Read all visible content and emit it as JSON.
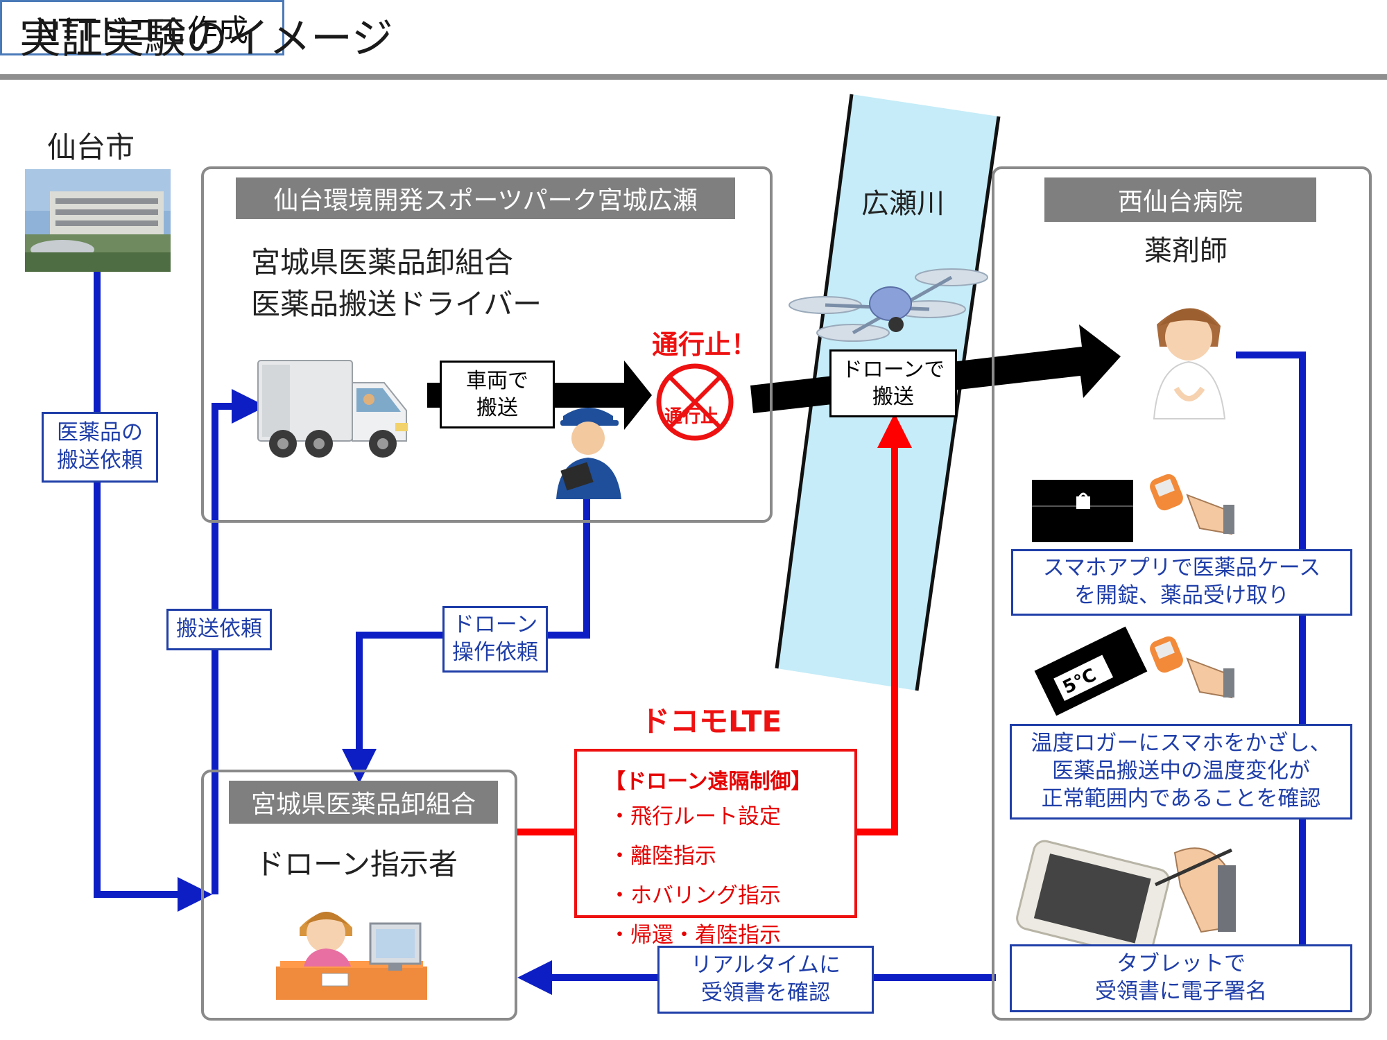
{
  "header": {
    "title": "実証実験のイメージ",
    "credit": "NTTドコモ作成"
  },
  "sendai_city": {
    "label": "仙台市"
  },
  "sports_park": {
    "header": "仙台環境開発スポーツパーク宮城広瀬",
    "line1": "宮城県医薬品卸組合",
    "line2": "医薬品搬送ドライバー",
    "vehicle_box": [
      "車両で",
      "搬送"
    ],
    "no_entry_label": "通行止！",
    "no_entry_sign": "通行止"
  },
  "river": {
    "label": "広瀬川"
  },
  "drone_box": [
    "ドローンで",
    "搬送"
  ],
  "hospital": {
    "header": "西仙台病院",
    "role": "薬剤師",
    "step1": [
      "スマホアプリで医薬品ケース",
      "を開錠、薬品受け取り"
    ],
    "temperature_tag": "5℃",
    "step2": [
      "温度ロガーにスマホをかざし、",
      "医薬品搬送中の温度変化が",
      "正常範囲内であることを確認"
    ],
    "step3": [
      "タブレットで",
      "受領書に電子署名"
    ]
  },
  "flows": {
    "request_transport_meds": [
      "医薬品の",
      "搬送依頼"
    ],
    "transport_request": "搬送依頼",
    "drone_operation_request": [
      "ドローン",
      "操作依頼"
    ],
    "realtime_receipt": [
      "リアルタイムに",
      "受領書を確認"
    ]
  },
  "wholesaler": {
    "header": "宮城県医薬品卸組合",
    "role": "ドローン指示者"
  },
  "docomo_lte": {
    "label": "ドコモLTE",
    "caption": "【ドローン遠隔制御】",
    "items": [
      "・飛行ルート設定",
      "・離陸指示",
      "・ホバリング指示",
      "・帰還・着陸指示"
    ]
  },
  "colors": {
    "flow_blue": "#0d1fc4",
    "control_red": "#ff0000",
    "river": "#c5ecf8",
    "header_gray": "#7f7f7f",
    "panel_border": "#8a8a8a"
  }
}
